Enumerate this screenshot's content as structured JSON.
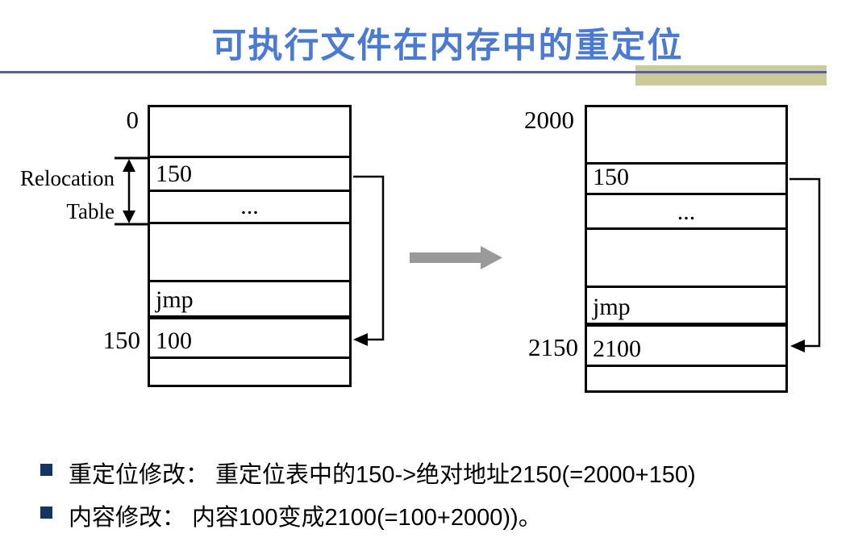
{
  "title": "可执行文件在内存中的重定位",
  "colors": {
    "title_blue": "#4a7ad2",
    "header_rule_navy": "#5a5f94",
    "accent_tan": "#cbcb97",
    "bullet_square_navy": "#14355f",
    "transform_arrow_gray": "#9a9a9a",
    "diagram_black": "#000000"
  },
  "left_diagram": {
    "start_address_label": "0",
    "side_label_line1": "Relocation",
    "side_label_line2": "Table",
    "entry_address_label": "150",
    "rows": [
      "",
      "150",
      "...",
      "",
      "jmp",
      "100",
      ""
    ]
  },
  "right_diagram": {
    "start_address_label": "2000",
    "entry_address_label": "2150",
    "rows": [
      "",
      "150",
      "...",
      "",
      "jmp",
      "2100",
      ""
    ]
  },
  "bullets": [
    "重定位修改： 重定位表中的150->绝对地址2150(=2000+150)",
    "内容修改： 内容100变成2100(=100+2000))。"
  ]
}
